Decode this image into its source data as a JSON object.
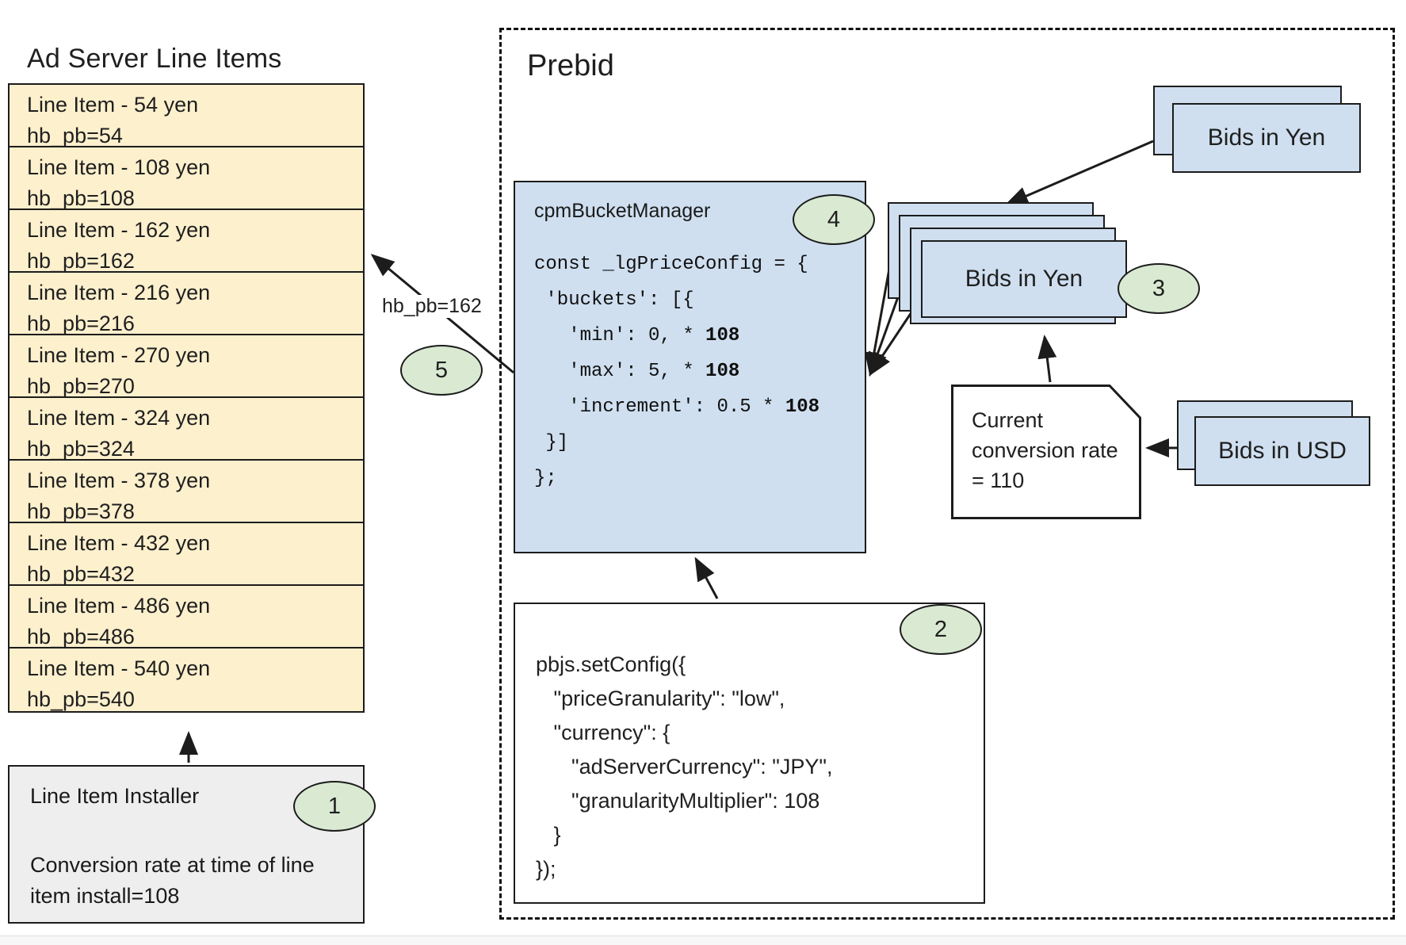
{
  "left_panel": {
    "title": "Ad Server Line Items",
    "line_items": [
      {
        "title": "Line Item - 54 yen",
        "key": "hb_pb=54"
      },
      {
        "title": "Line Item - 108 yen",
        "key": "hb_pb=108"
      },
      {
        "title": "Line Item - 162 yen",
        "key": "hb_pb=162"
      },
      {
        "title": "Line Item - 216 yen",
        "key": "hb_pb=216"
      },
      {
        "title": "Line Item - 270 yen",
        "key": "hb_pb=270"
      },
      {
        "title": "Line Item - 324 yen",
        "key": "hb_pb=324"
      },
      {
        "title": "Line Item - 378 yen",
        "key": "hb_pb=378"
      },
      {
        "title": "Line Item - 432 yen",
        "key": "hb_pb=432"
      },
      {
        "title": "Line Item - 486 yen",
        "key": "hb_pb=486"
      },
      {
        "title": "Line Item - 540 yen",
        "key": "hb_pb=540"
      }
    ],
    "installer": {
      "title": "Line Item Installer",
      "note": "Conversion rate at time of line item install=108"
    }
  },
  "prebid": {
    "title": "Prebid",
    "cpm_bucket_manager": {
      "heading": "cpmBucketManager",
      "code_lines": [
        "const _lgPriceConfig = {",
        " 'buckets': [{",
        "   'min': 0, * 108",
        "   'max': 5, * 108",
        "   'increment': 0.5 * 108",
        " }]",
        "};"
      ]
    },
    "set_config": {
      "lines": [
        "pbjs.setConfig({",
        "   \"priceGranularity\": \"low\",",
        "   \"currency\": {",
        "      \"adServerCurrency\": \"JPY\",",
        "      \"granularityMultiplier\": 108",
        "   }",
        "});"
      ]
    },
    "bids_yen_top_label": "Bids in Yen",
    "bids_yen_mid_label": "Bids in Yen",
    "bids_usd_label": "Bids in USD",
    "conversion_note": "Current conversion rate = 110"
  },
  "badges": {
    "one": "1",
    "two": "2",
    "three": "3",
    "four": "4",
    "five": "5"
  },
  "edge_labels": {
    "hb_pb_162": "hb_pb=162"
  },
  "colors": {
    "line_item_fill": "#fdf0cd",
    "bid_box_fill": "#cfdff0",
    "badge_fill": "#d9e9d2",
    "installer_fill": "#eeeeee",
    "stroke": "#1c1c1c"
  }
}
